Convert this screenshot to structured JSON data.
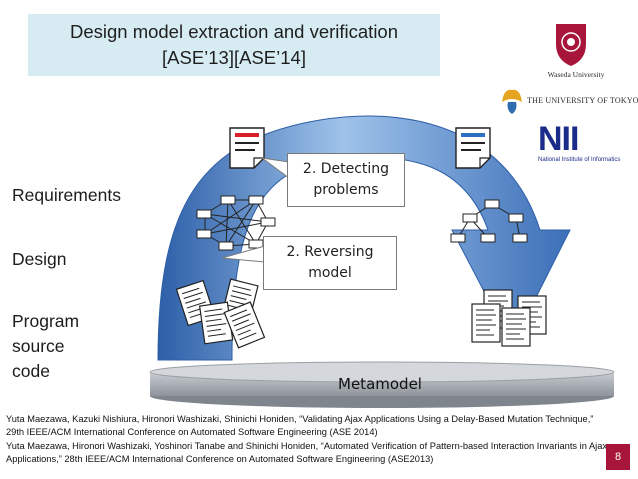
{
  "title": {
    "line1": "Design model extraction and verification",
    "line2": "[ASE’13][ASE’14]"
  },
  "levels": {
    "requirements": "Requirements",
    "design": "Design",
    "program_line1": "Program",
    "program_line2": "source",
    "program_line3": "code"
  },
  "callouts": {
    "detecting_line1": "2. Detecting",
    "detecting_line2": "problems",
    "reversing_line1": "2. Reversing",
    "reversing_line2": "model"
  },
  "metamodel": "Metamodel",
  "logos": {
    "waseda": "Waseda University",
    "tokyo": "THE UNIVERSITY OF TOKYO",
    "nii": "NII",
    "nii_full": "National Institute of Informatics"
  },
  "references": [
    "Yuta Maezawa, Kazuki Nishiura, Hironori Washizaki, Shinichi Honiden, “Validating Ajax Applications Using a Delay-Based Mutation Technique,” 29th IEEE/ACM International Conference on Automated Software Engineering (ASE 2014)",
    "Yuta Maezawa, Hironori Washizaki, Yoshinori Tanabe and Shinichi Honiden, “Automated Verification of Pattern-based Interaction Invariants in Ajax Applications,” 28th IEEE/ACM International Conference on Automated Software Engineering (ASE2013)"
  ],
  "page_number": "8",
  "colors": {
    "title_bg": "#d6ecf2",
    "arrow_dark": "#2d5fa8",
    "arrow_light": "#9fc3ea",
    "red_doc_bar": "#d9202a",
    "blue_doc_bar": "#2a6fc0",
    "page_badge": "#a7163a",
    "platform": "#a9aeb4"
  },
  "icons": [
    "document-icon",
    "network-graph-icon",
    "tree-graph-icon",
    "code-sheets-icon",
    "waseda-seal-icon",
    "tokyo-ginkgo-icon"
  ]
}
